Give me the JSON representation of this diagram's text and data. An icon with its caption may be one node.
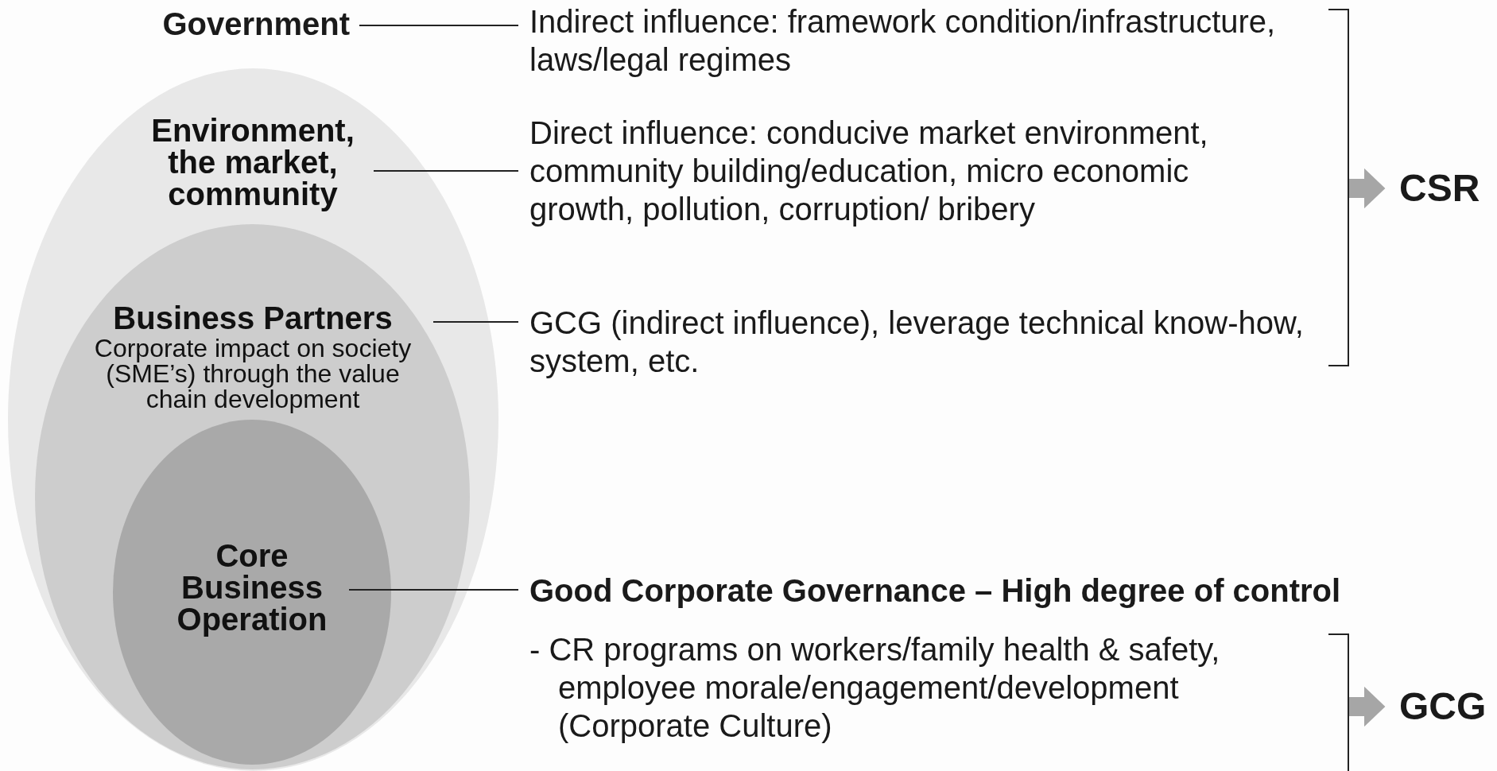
{
  "diagram": {
    "nodes": [
      {
        "text": [
          "Government"
        ]
      },
      {
        "text": [
          "Indirect influence: framework condition/infrastructure, laws/legal regimes"
        ]
      },
      {
        "text": [],
        "shape": "ellipse"
      },
      {
        "text": [
          "Environment, the market, community"
        ],
        "in": 2
      },
      {
        "text": [
          "Direct influence: conducive market environment, community building/education, micro economic growth, pollution, corruption/ bribery"
        ]
      },
      {
        "text": [],
        "shape": "ellipse",
        "in": 2
      },
      {
        "text": [
          "Business Partners",
          "Corporate impact on society (SME’s) through the value chain development"
        ],
        "in": 5
      },
      {
        "text": [
          "GCG (indirect influence), leverage technical know-how, system, etc."
        ]
      },
      {
        "text": [],
        "shape": "ellipse",
        "in": 5
      },
      {
        "text": [
          "Core Business Operation"
        ],
        "in": 8
      },
      {
        "text": [
          "Good Corporate Governance – High degree of control"
        ]
      },
      {
        "text": [
          "CSR"
        ]
      },
      {
        "text": [
          "GCG"
        ]
      },
      {
        "text": [],
        "shape": "bracket"
      },
      {
        "text": [],
        "shape": "bracket"
      }
    ],
    "edges": [
      {
        "from": 0,
        "to": 1,
        "arrow": "none"
      },
      {
        "from": 3,
        "to": 4,
        "arrow": "none"
      },
      {
        "from": 6,
        "to": 7,
        "arrow": "none"
      },
      {
        "from": 9,
        "to": 10,
        "arrow": "none"
      },
      {
        "from": 13,
        "to": 11,
        "arrow": "to",
        "style": "thick",
        "color": "#a6a6a6"
      },
      {
        "from": 14,
        "to": 12,
        "arrow": "to",
        "style": "thick",
        "color": "#a6a6a6"
      }
    ],
    "labels": [
      "- CR programs on workers/family health & safety, employee morale/engagement/development (Corporate Culture)"
    ]
  }
}
